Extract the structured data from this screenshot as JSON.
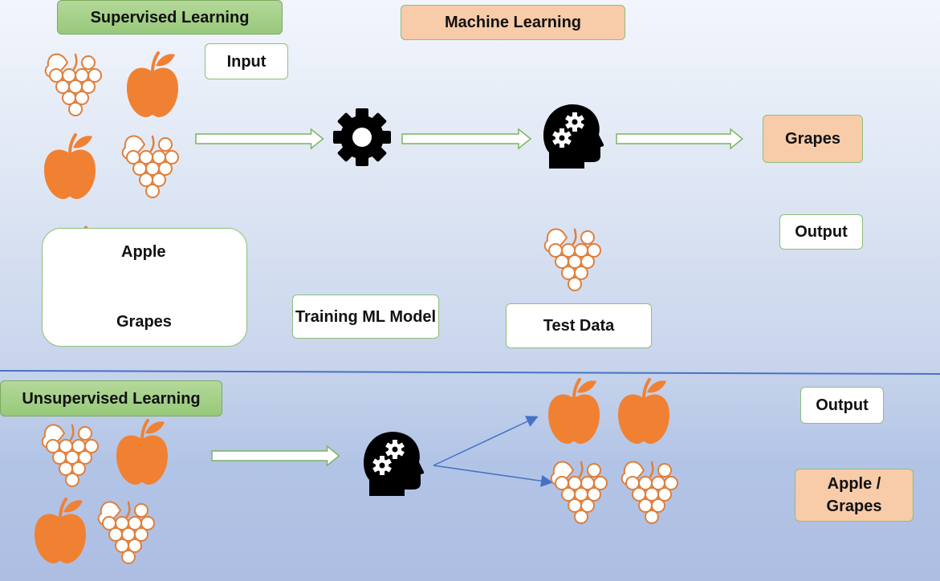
{
  "supervised": {
    "title": "Supervised Learning",
    "input_label": "Input",
    "training_label": "Training ML Model",
    "test_label": "Test Data",
    "result_label": "Grapes",
    "output_label": "Output",
    "legend": {
      "apple": "Apple",
      "grapes": "Grapes"
    }
  },
  "machine_learning_label": "Machine Learning",
  "unsupervised": {
    "title": "Unsupervised Learning",
    "output_label": "Output",
    "result_label": "Apple / Grapes"
  },
  "colors": {
    "apple": "#f08133",
    "grape_outline": "#e07f3a",
    "arrow_outline": "#7bb35f",
    "divider": "#4a72c4",
    "split_arrow": "#4472c4",
    "icon": "#000000"
  },
  "icons": [
    "grapes-icon",
    "apple-icon",
    "gear-icon",
    "brain-head-icon",
    "arrow-icon"
  ]
}
